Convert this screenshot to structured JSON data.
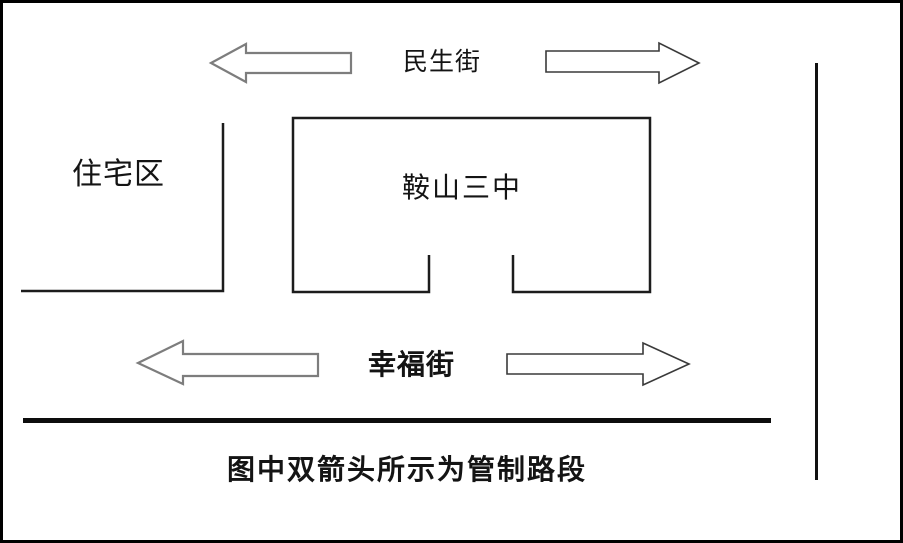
{
  "figure": {
    "background_color": "#ffffff",
    "border_color": "#000000",
    "line_color": "#1c1c1c",
    "arrow_fill_color": "#ffffff",
    "arrow_stroke_color_left": "#7d7d7d",
    "arrow_stroke_color_right": "#3a3a3a",
    "text_color": "#141414"
  },
  "labels": {
    "minsheng_street": "民生街",
    "xingfu_street": "幸福街",
    "school": "鞍山三中",
    "residential": "住宅区",
    "caption": "图中双箭头所示为管制路段"
  }
}
